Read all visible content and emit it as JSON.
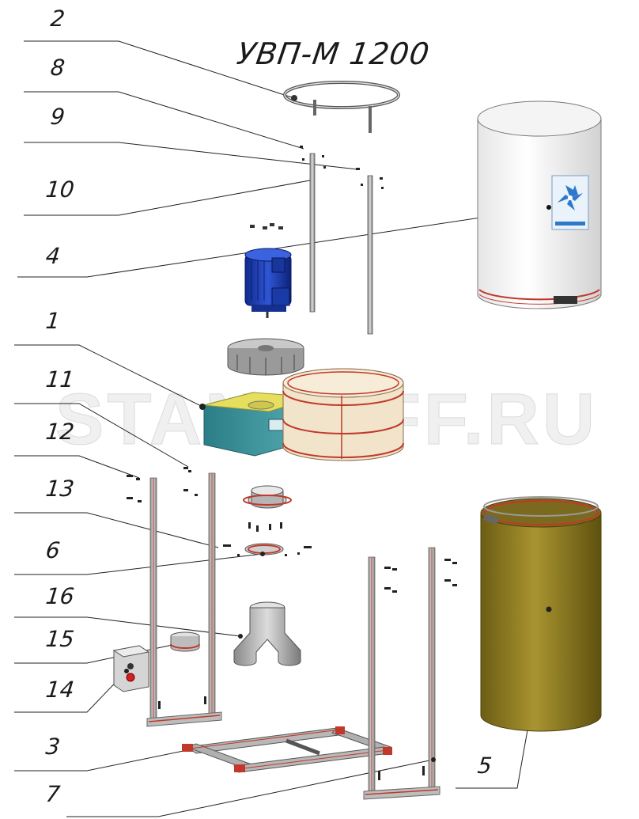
{
  "title": "УВП-М 1200",
  "watermark": "STANKOFF.RU",
  "callouts": [
    {
      "id": "c2",
      "label": "2"
    },
    {
      "id": "c8",
      "label": "8"
    },
    {
      "id": "c9",
      "label": "9"
    },
    {
      "id": "c10",
      "label": "10"
    },
    {
      "id": "c4",
      "label": "4"
    },
    {
      "id": "c1",
      "label": "1"
    },
    {
      "id": "c11",
      "label": "11"
    },
    {
      "id": "c12",
      "label": "12"
    },
    {
      "id": "c13",
      "label": "13"
    },
    {
      "id": "c6",
      "label": "6"
    },
    {
      "id": "c16",
      "label": "16"
    },
    {
      "id": "c15",
      "label": "15"
    },
    {
      "id": "c14",
      "label": "14"
    },
    {
      "id": "c3",
      "label": "3"
    },
    {
      "id": "c7",
      "label": "7"
    },
    {
      "id": "c5",
      "label": "5"
    }
  ],
  "colors": {
    "frame_red": "#c0392b",
    "motor_blue": "#1f3ea8",
    "housing_teal": "#3a8f96",
    "housing_yellow": "#e9e26a",
    "drum_cream": "#f3e7cf",
    "filter_olive": "#8c7a25",
    "line": "#222222"
  }
}
